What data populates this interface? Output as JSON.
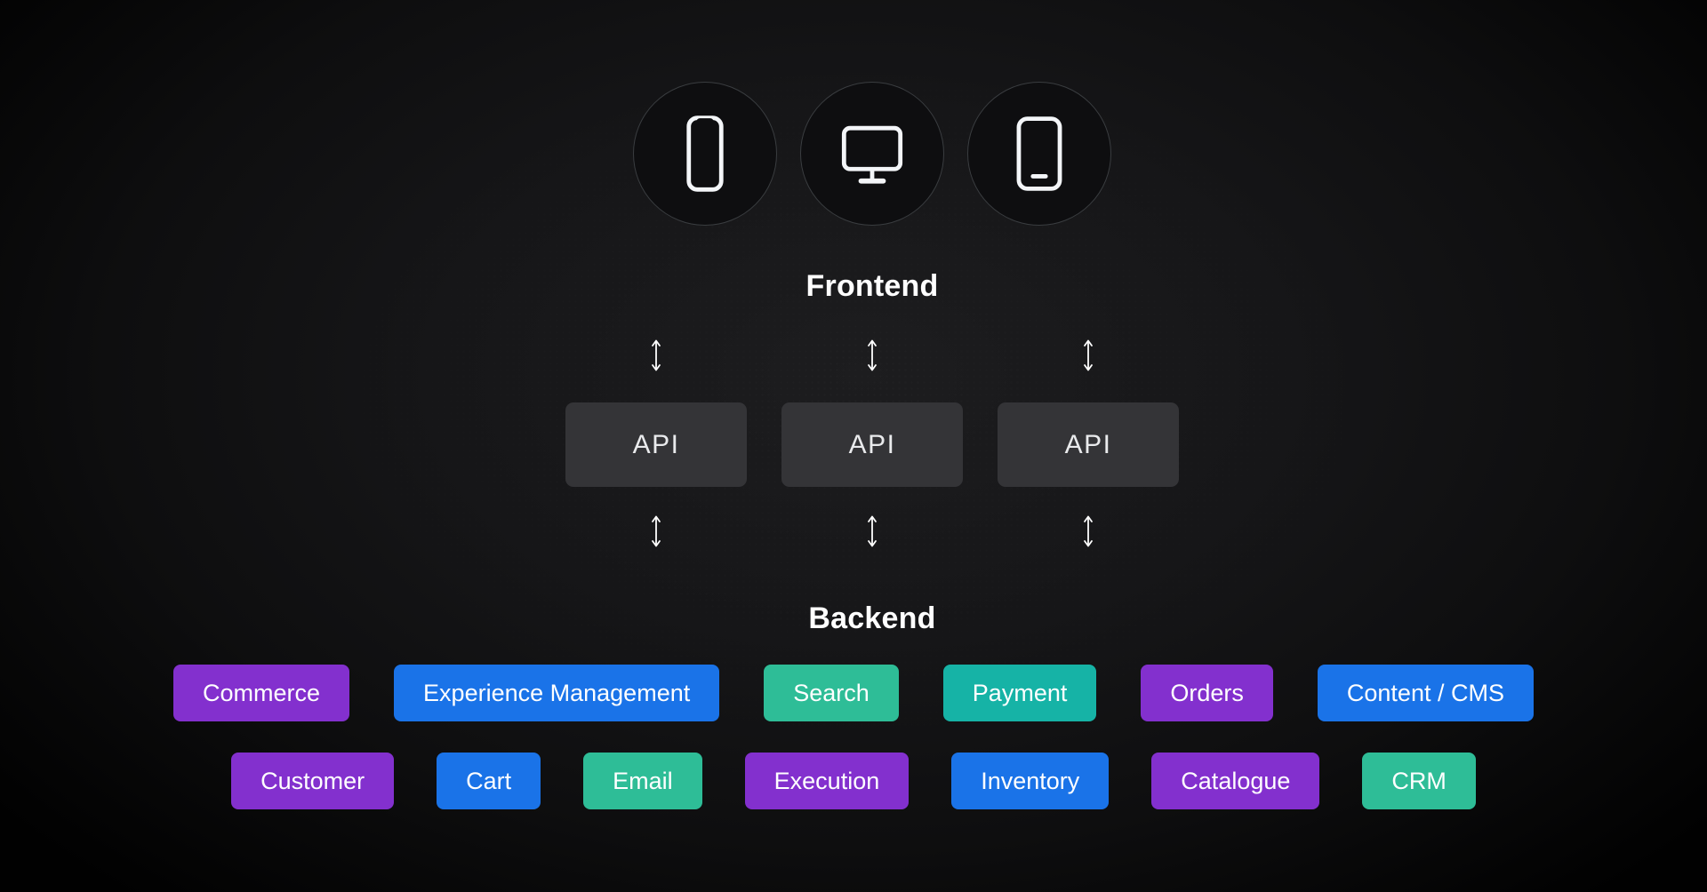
{
  "frontend": {
    "heading": "Frontend",
    "devices": [
      {
        "icon": "smartphone-icon"
      },
      {
        "icon": "desktop-monitor-icon"
      },
      {
        "icon": "tablet-icon"
      }
    ]
  },
  "api_layer": {
    "boxes": [
      {
        "label": "API"
      },
      {
        "label": "API"
      },
      {
        "label": "API"
      }
    ]
  },
  "backend": {
    "heading": "Backend",
    "services_row1": [
      {
        "label": "Commerce",
        "color": "#8330CE"
      },
      {
        "label": "Experience Management",
        "color": "#1A73E8"
      },
      {
        "label": "Search",
        "color": "#2EBD97"
      },
      {
        "label": "Payment",
        "color": "#16B3A6"
      },
      {
        "label": "Orders",
        "color": "#8330CE"
      },
      {
        "label": "Content / CMS",
        "color": "#1A73E8"
      }
    ],
    "services_row2": [
      {
        "label": "Customer",
        "color": "#8330CE"
      },
      {
        "label": "Cart",
        "color": "#1A73E8"
      },
      {
        "label": "Email",
        "color": "#2EBD97"
      },
      {
        "label": "Execution",
        "color": "#8330CE"
      },
      {
        "label": "Inventory",
        "color": "#1A73E8"
      },
      {
        "label": "Catalogue",
        "color": "#8330CE"
      },
      {
        "label": "CRM",
        "color": "#2EBD97"
      }
    ]
  },
  "colors": {
    "purple": "#8330CE",
    "blue": "#1A73E8",
    "emerald": "#2EBD97",
    "teal": "#16B3A6",
    "api_box_fill": "#343437",
    "heading_text": "#FFFFFF",
    "icon_stroke": "#F3F5F8"
  }
}
